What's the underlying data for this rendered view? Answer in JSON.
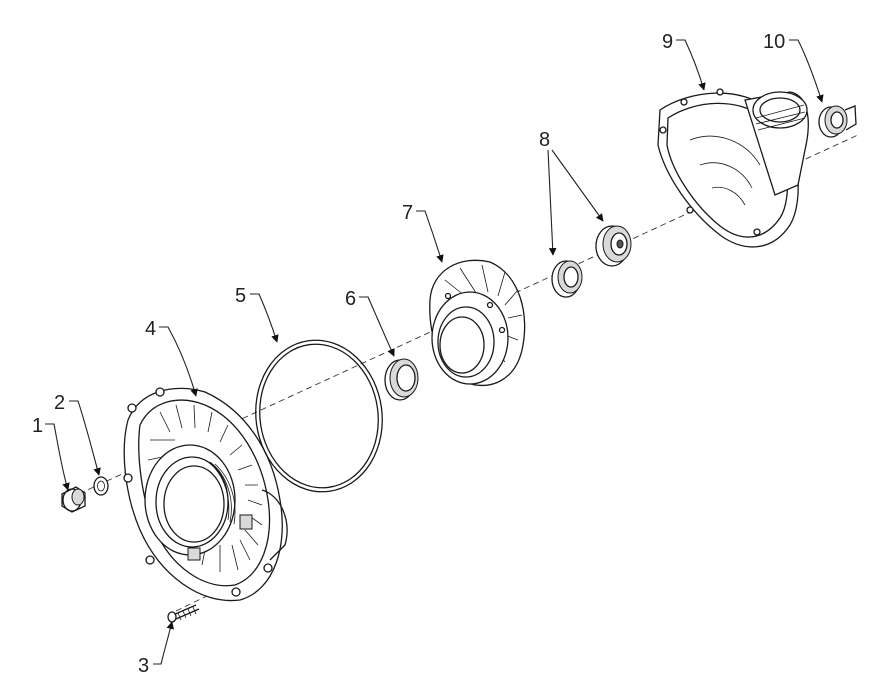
{
  "callouts": [
    {
      "id": "1",
      "label": "1",
      "part": "drain-plug"
    },
    {
      "id": "2",
      "label": "2",
      "part": "drain-plug-gasket"
    },
    {
      "id": "3",
      "label": "3",
      "part": "screw"
    },
    {
      "id": "4",
      "label": "4",
      "part": "faceplate"
    },
    {
      "id": "5",
      "label": "5",
      "part": "o-ring"
    },
    {
      "id": "6",
      "label": "6",
      "part": "wear-ring"
    },
    {
      "id": "7",
      "label": "7",
      "part": "impeller"
    },
    {
      "id": "8",
      "label": "8",
      "part": "seal"
    },
    {
      "id": "9",
      "label": "9",
      "part": "pump-housing"
    },
    {
      "id": "10",
      "label": "10",
      "part": "union-nut"
    }
  ],
  "colors": {
    "line": "#1a1a1a",
    "background": "#ffffff",
    "shade": "#d9d9d9"
  }
}
